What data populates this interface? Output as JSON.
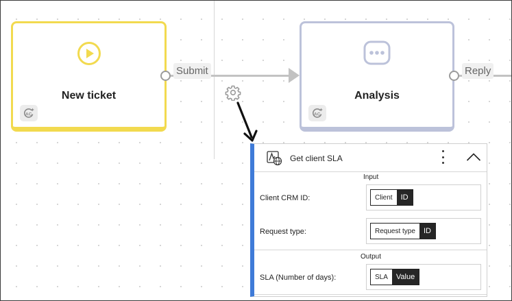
{
  "nodes": [
    {
      "title": "New ticket",
      "accent": "#f2da4f",
      "icon": "play-circle-icon"
    },
    {
      "title": "Analysis",
      "accent": "#bcc2da",
      "icon": "ellipsis-icon"
    }
  ],
  "edges": [
    {
      "label": "Submit"
    },
    {
      "label": "Reply"
    }
  ],
  "panel": {
    "title": "Get client SLA",
    "accent": "#3f7bd8",
    "input_section": "Input",
    "output_section": "Output",
    "inputs": [
      {
        "label": "Client CRM ID:",
        "chip_name": "Client",
        "chip_type": "ID"
      },
      {
        "label": "Request type:",
        "chip_name": "Request type",
        "chip_type": "ID"
      }
    ],
    "outputs": [
      {
        "label": "SLA (Number of days):",
        "chip_name": "SLA",
        "chip_type": "Value"
      }
    ]
  }
}
